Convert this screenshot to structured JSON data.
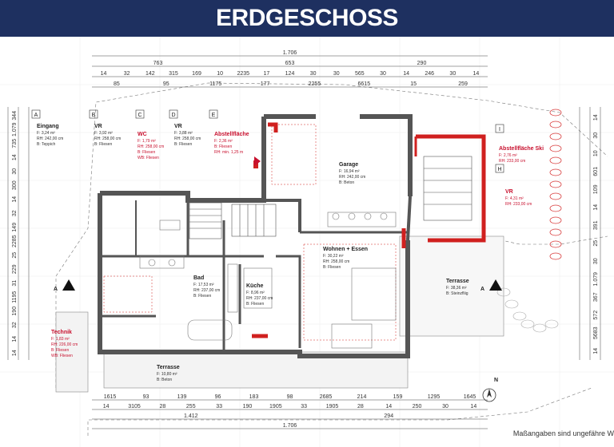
{
  "header": {
    "title": "ERDGESCHOSS"
  },
  "footer": {
    "note": "Maßangaben sind ungefähre W"
  },
  "colors": {
    "banner": "#1e3060",
    "wall": "#555555",
    "accent": "#c8102e",
    "dim": "#333333"
  },
  "compass": {
    "label": "N"
  },
  "section_markers": {
    "left": "A",
    "right": "A"
  },
  "dims_top": {
    "row1": [
      "1.706"
    ],
    "row2": [
      "763",
      "653",
      "290"
    ],
    "row3": [
      "14",
      "32",
      "142",
      "315",
      "169",
      "10",
      "2235",
      "17",
      "124",
      "30",
      "30",
      "565",
      "30",
      "14",
      "246",
      "30",
      "14"
    ],
    "row4": [
      "85",
      "95",
      "1175",
      "177",
      "2255",
      "6615",
      "15",
      "259"
    ]
  },
  "dims_bottom": {
    "row1": [
      "1615",
      "93",
      "139",
      "96",
      "183",
      "98",
      "2685",
      "214",
      "159",
      "1295",
      "1645"
    ],
    "row2": [
      "14",
      "3105",
      "28",
      "255",
      "33",
      "190",
      "1905",
      "33",
      "1905",
      "28",
      "14",
      "250",
      "30",
      "14"
    ],
    "row3": [
      "1.412",
      "294"
    ],
    "row4": [
      "1.706"
    ]
  },
  "dims_left": [
    "344",
    "1.079",
    "735",
    "14",
    "30",
    "300",
    "14",
    "32",
    "149",
    "2285",
    "25",
    "229",
    "31",
    "1195",
    "190",
    "32",
    "14",
    "14"
  ],
  "dims_right": [
    "14",
    "30",
    "10",
    "601",
    "109",
    "14",
    "391",
    "25",
    "30",
    "1.079",
    "367",
    "572",
    "5683",
    "14"
  ],
  "rooms": [
    {
      "letter": "A",
      "name": "Eingang",
      "info": [
        "F: 3,24 m²",
        "RH: 242,00 cm",
        "B: Teppich"
      ]
    },
    {
      "letter": "B",
      "name": "VR",
      "info": [
        "F: 3,92 m²",
        "RH: 258,00 cm",
        "B: Fliesen"
      ]
    },
    {
      "letter": "C",
      "name": "WC",
      "info": [
        "F: 1,79 m²",
        "RH: 258,00 cm",
        "B: Fliesen",
        "WB: Fliesen"
      ]
    },
    {
      "letter": "D",
      "name": "VR",
      "info": [
        "F: 3,88 m²",
        "RH: 258,00 cm",
        "B: Fliesen"
      ]
    },
    {
      "letter": "E",
      "name": "Abstellfläche",
      "info": [
        "F: 2,36 m²",
        "B: Fliesen",
        "RH: min. 1,25 m"
      ]
    },
    {
      "letter": "",
      "name": "Garage",
      "info": [
        "F: 16,94 m²",
        "RH: 242,00 cm",
        "B: Beton"
      ]
    },
    {
      "letter": "I",
      "name": "Abstellfläche Ski",
      "info": [
        "F: 2,76 m²",
        "RH: 233,00 cm"
      ]
    },
    {
      "letter": "H",
      "name": "VR",
      "info": [
        "F: 4,31 m²",
        "RH: 233,00 cm"
      ]
    },
    {
      "letter": "",
      "name": "Wohnen + Essen",
      "info": [
        "F: 30,22 m²",
        "RH: 258,00 cm",
        "B: Fliesen"
      ]
    },
    {
      "letter": "",
      "name": "Bad",
      "info": [
        "F: 17,53 m²",
        "RH: 237,00 cm",
        "B: Fliesen"
      ]
    },
    {
      "letter": "",
      "name": "Küche",
      "info": [
        "F: 8,96 m²",
        "RH: 237,00 cm",
        "B: Fliesen"
      ]
    },
    {
      "letter": "",
      "name": "Technik",
      "info": [
        "F: 1,83 m²",
        "RH: 226,00 cm",
        "B: Fliesen",
        "WB: Fliesen"
      ]
    },
    {
      "letter": "",
      "name": "Terrasse",
      "info": [
        "F: 10,80 m²",
        "B: Beton"
      ]
    },
    {
      "letter": "",
      "name": "Terrasse",
      "info": [
        "F: 38,36 m²",
        "B: Steinzfliig"
      ]
    }
  ]
}
